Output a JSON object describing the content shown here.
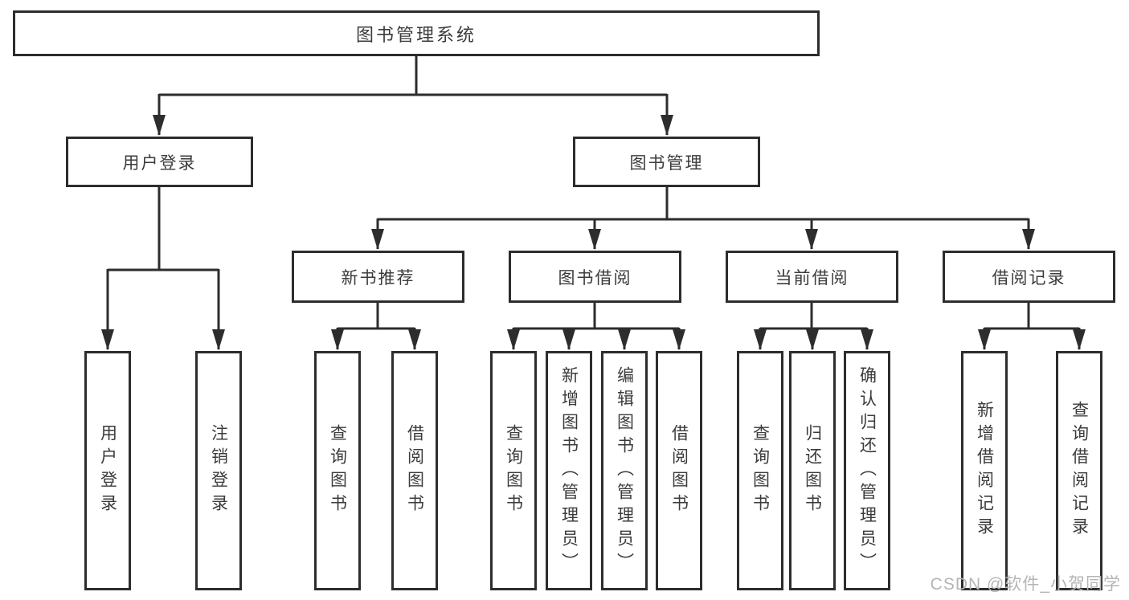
{
  "diagram_title": "图书管理系统",
  "tree": {
    "label": "图书管理系统",
    "children": [
      {
        "label": "用户登录",
        "children": [
          {
            "label": "用户登录"
          },
          {
            "label": "注销登录"
          }
        ]
      },
      {
        "label": "图书管理",
        "children": [
          {
            "label": "新书推荐",
            "children": [
              {
                "label": "查询图书"
              },
              {
                "label": "借阅图书"
              }
            ]
          },
          {
            "label": "图书借阅",
            "children": [
              {
                "label": "查询图书"
              },
              {
                "label": "新增图书（管理员）"
              },
              {
                "label": "编辑图书（管理员）"
              },
              {
                "label": "借阅图书"
              }
            ]
          },
          {
            "label": "当前借阅",
            "children": [
              {
                "label": "查询图书"
              },
              {
                "label": "归还图书"
              },
              {
                "label": "确认归还（管理员）"
              }
            ]
          },
          {
            "label": "借阅记录",
            "children": [
              {
                "label": "新增借阅记录"
              },
              {
                "label": "查询借阅记录"
              }
            ]
          }
        ]
      }
    ]
  },
  "watermark": "CSDN @软件_小贺同学",
  "colors": {
    "line": "#2d2d2d",
    "text": "#3b3b3b",
    "watermark": "#b5b5b5",
    "background": "#ffffff"
  }
}
